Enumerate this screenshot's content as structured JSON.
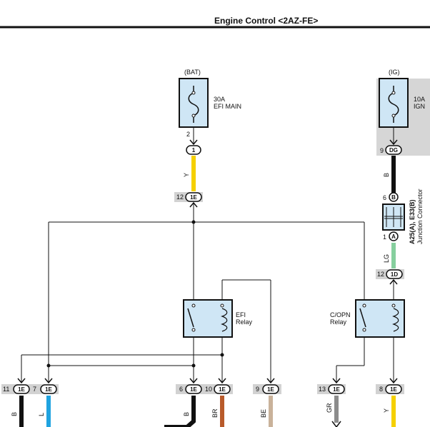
{
  "header": {
    "title": "Engine Control <2AZ-FE>"
  },
  "sources": {
    "bat": "(BAT)",
    "ig": "(IG)"
  },
  "fuses": {
    "efi_main": {
      "rating": "30A",
      "name": "EFI MAIN"
    },
    "ign": {
      "rating": "10A",
      "name": "IGN"
    }
  },
  "relays": {
    "efi": {
      "line1": "EFI",
      "line2": "Relay"
    },
    "copn": {
      "line1": "C/OPN",
      "line2": "Relay"
    }
  },
  "junction": {
    "ref": "A25(A), E33(B)",
    "name": "Junction Connector"
  },
  "connectors": {
    "fuse1_out": {
      "pin": "2",
      "code": "1"
    },
    "sep_1e_12": {
      "pin": "12",
      "code": "1E"
    },
    "ign_out": {
      "pin": "9",
      "code": "DG"
    },
    "jc_b": {
      "pin": "6",
      "code": "B"
    },
    "jc_a": {
      "pin": "1",
      "code": "A"
    },
    "sep_1d_12": {
      "pin": "12",
      "code": "1D"
    },
    "b11": {
      "pin": "11",
      "code": "1E"
    },
    "b7": {
      "pin": "7",
      "code": "1E"
    },
    "b6": {
      "pin": "6",
      "code": "1E"
    },
    "b10": {
      "pin": "10",
      "code": "1E"
    },
    "b9": {
      "pin": "9",
      "code": "1E"
    },
    "b13": {
      "pin": "13",
      "code": "1E"
    },
    "b8": {
      "pin": "8",
      "code": "1E"
    }
  },
  "wires": {
    "y_top": "Y",
    "b_ig": "B",
    "lg": "LG",
    "b11": "B",
    "l7": "L",
    "b6": "B",
    "br10": "BR",
    "be9": "BE",
    "gr13": "GR",
    "y8": "Y"
  },
  "colors": {
    "yellow": "#f5d000",
    "black": "#111111",
    "blue": "#1fa3e0",
    "brown": "#b85a2a",
    "beige": "#c9b29a",
    "gray": "#8c8c8c",
    "light_green": "#86cf9e",
    "component_fill": "#cfe6f5",
    "ig_box": "#d6d6d6",
    "pin_bg": "#d2d2d2"
  }
}
